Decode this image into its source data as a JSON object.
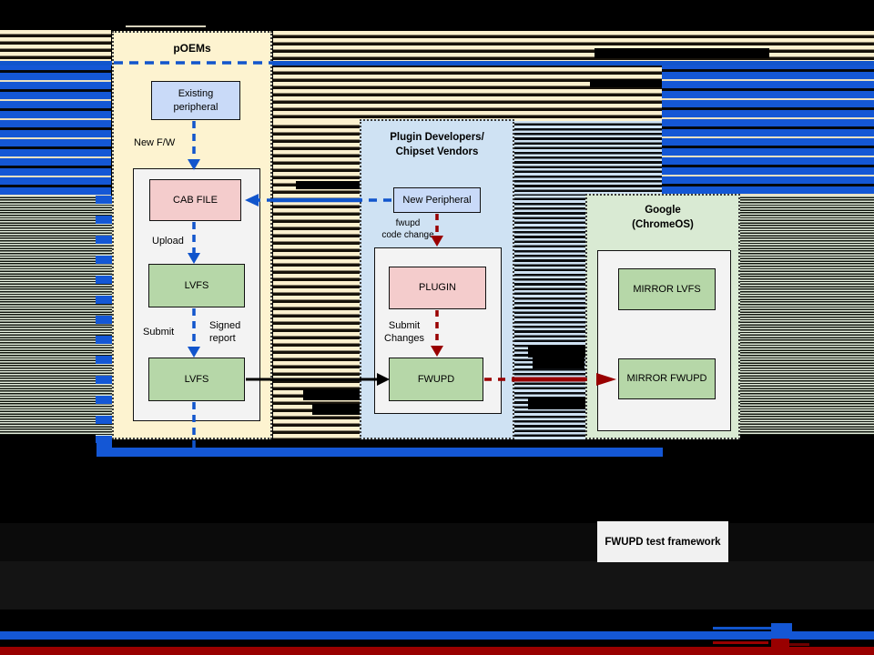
{
  "poems": {
    "title": "pOEMs",
    "existing_peripheral": "Existing\nperipheral",
    "new_fw": "New F/W",
    "cab_file": "CAB FILE",
    "upload": "Upload",
    "lvfs_top": "LVFS",
    "submit": "Submit",
    "signed_report": "Signed\nreport",
    "lvfs_bottom": "LVFS"
  },
  "plugin": {
    "title": "Plugin Developers/\nChipset Vendors",
    "new_peripheral": "New Peripheral",
    "fwupd_code_change": "fwupd\ncode change",
    "plugin_box": "PLUGIN",
    "submit_changes": "Submit\nChanges",
    "fwupd_box": "FWUPD"
  },
  "google": {
    "title": "Google\n(ChromeOS)",
    "mirror_lvfs": "MIRROR LVFS",
    "mirror_fwupd": "MIRROR FWUPD"
  },
  "footer": {
    "test_framework": "FWUPD test framework"
  },
  "colors": {
    "accent_blue": "#1155cc",
    "bar_blue": "#1457d5",
    "dark_red": "#990000",
    "panel_cream": "#fdf3d0",
    "panel_light_blue": "#cfe2f3",
    "panel_light_green": "#d9ead3",
    "node_pink": "#f4cccc",
    "node_green": "#b6d7a8",
    "node_blue": "#c9daf8"
  }
}
